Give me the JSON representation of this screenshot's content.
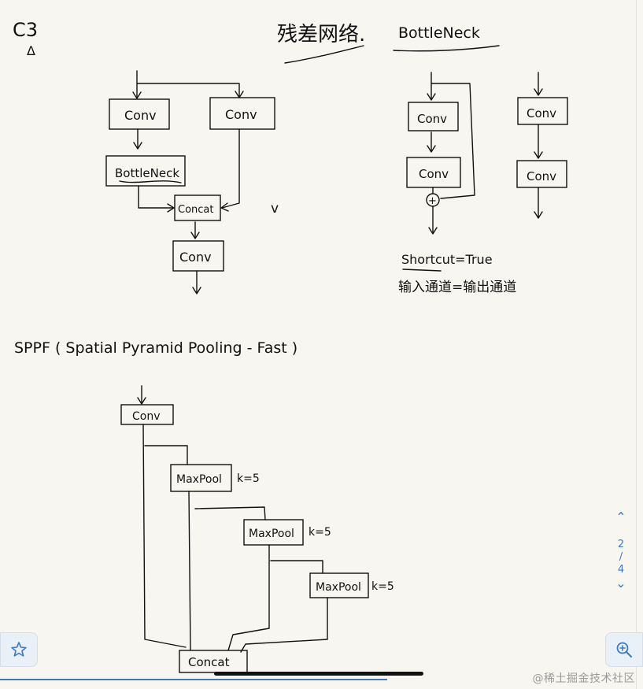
{
  "title_left": "C3",
  "title_left_mark": "Δ",
  "title_residual": "残差网络.",
  "title_bottleneck": "BottleNeck",
  "c3": {
    "conv_a": "Conv",
    "conv_b": "Conv",
    "bottleneck": "BottleNeck",
    "concat": "Concat",
    "conv_out": "Conv",
    "check": "v"
  },
  "bn_shortcut": {
    "conv1": "Conv",
    "conv2": "Conv",
    "plus": "+",
    "note1": "Shortcut=True",
    "note2": "输入通道=输出通道"
  },
  "bn_plain": {
    "conv1": "Conv",
    "conv2": "Conv"
  },
  "sppf": {
    "title": "SPPF ( Spatial Pyramid Pooling - Fast )",
    "conv": "Conv",
    "pool1": "MaxPool",
    "k1": "k=5",
    "pool2": "MaxPool",
    "k2": "k=5",
    "pool3": "MaxPool",
    "k3": "k=5",
    "concat": "Concat"
  },
  "pager": {
    "current": "2",
    "sep": "/",
    "total": "4"
  },
  "icons": {
    "left_fab": "star-icon",
    "right_fab": "zoom-in-icon"
  },
  "watermark": "@稀土掘金技术社区",
  "colors": {
    "background": "#f8f6f1",
    "ink": "#111111",
    "accent": "#3a78c9"
  }
}
